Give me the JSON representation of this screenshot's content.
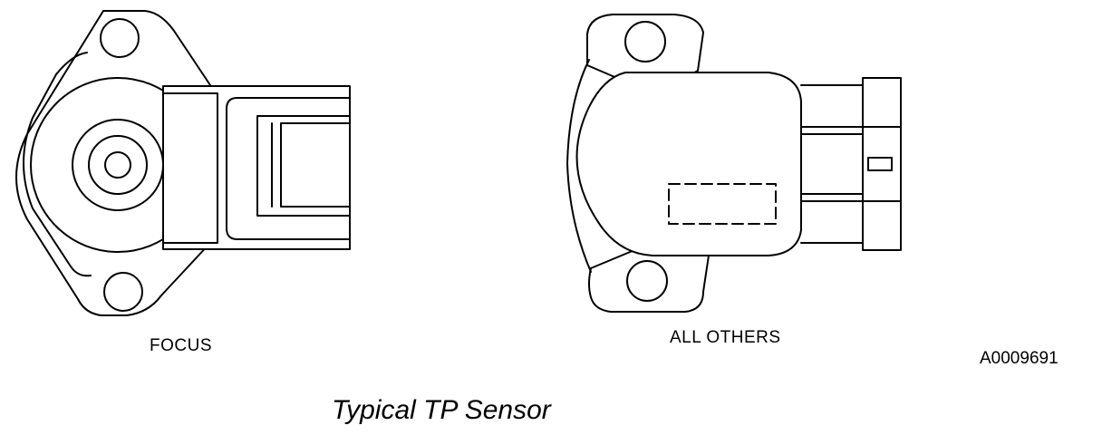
{
  "labels": {
    "focus": "FOCUS",
    "all_others": "ALL OTHERS",
    "figure_id": "A0009691"
  },
  "caption": "Typical TP Sensor",
  "colors": {
    "line": "#000000",
    "background": "#ffffff"
  }
}
